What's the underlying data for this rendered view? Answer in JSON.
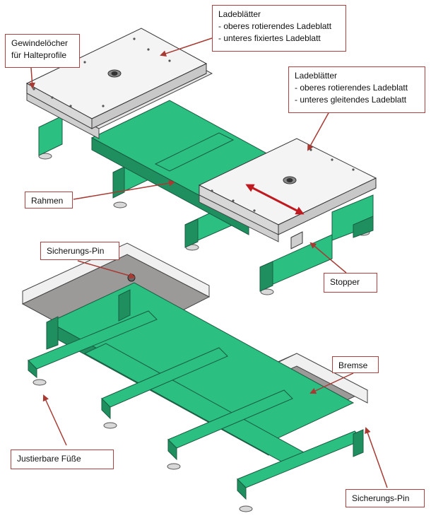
{
  "colors": {
    "frame": "#2bbf82",
    "frame_dark": "#1f8f60",
    "frame_edge": "#1a5c40",
    "plate_top": "#f4f4f4",
    "plate_side": "#d8d8d8",
    "plate_under": "#9c9a98",
    "callout_border": "#b0413e",
    "arrow": "#a83a33",
    "motion_arrow": "#c0191f"
  },
  "callouts": {
    "gewinde": {
      "lines": [
        "Gewindelöcher",
        "für Halteprofile"
      ]
    },
    "ladeblatt_top": {
      "lines": [
        "Ladeblätter",
        "- oberes rotierendes Ladeblatt",
        "- unteres fixiertes Ladeblatt"
      ]
    },
    "ladeblatt_right": {
      "lines": [
        "Ladeblätter",
        "- oberes rotierendes Ladeblatt",
        "- unteres gleitendes Ladeblatt"
      ]
    },
    "rahmen": {
      "lines": [
        "Rahmen"
      ]
    },
    "sicherung_top": {
      "lines": [
        "Sicherungs-Pin"
      ]
    },
    "stopper": {
      "lines": [
        "Stopper"
      ]
    },
    "bremse": {
      "lines": [
        "Bremse"
      ]
    },
    "fuesse": {
      "lines": [
        "Justierbare Füße"
      ]
    },
    "sicherung_bottom": {
      "lines": [
        "Sicherungs-Pin"
      ]
    }
  }
}
